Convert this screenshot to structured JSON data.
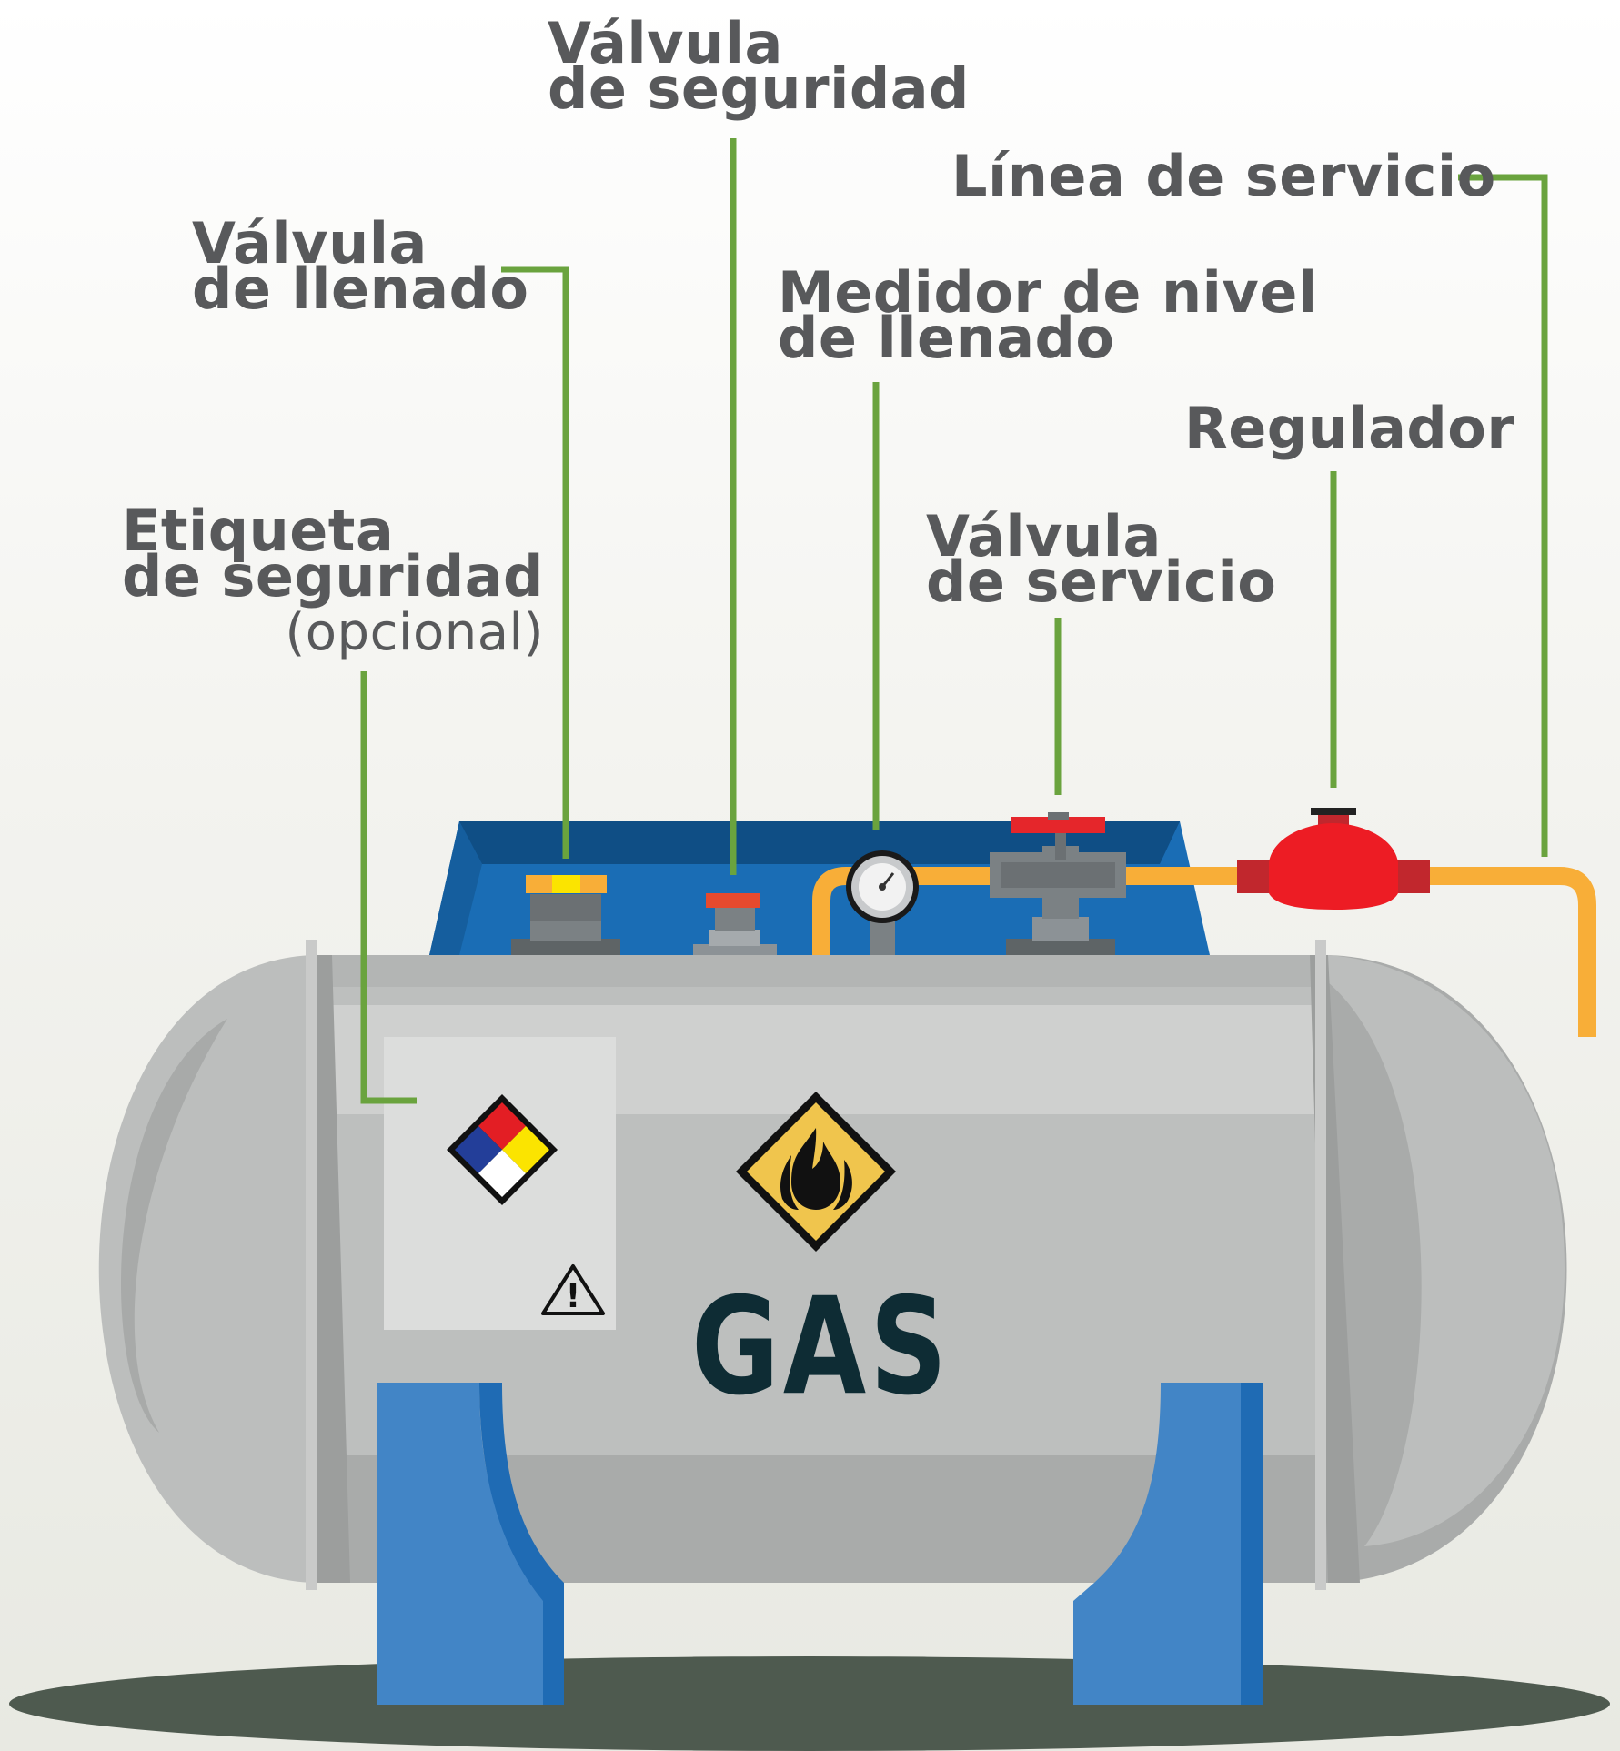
{
  "labels": {
    "valvula_seguridad": {
      "line1": "Válvula",
      "line2": "de seguridad"
    },
    "linea_servicio": {
      "line1": "Línea de servicio"
    },
    "valvula_llenado": {
      "line1": "Válvula",
      "line2": "de llenado"
    },
    "medidor_nivel": {
      "line1": "Medidor de nivel",
      "line2": "de llenado"
    },
    "regulador": {
      "line1": "Regulador"
    },
    "etiqueta_seguridad": {
      "line1": "Etiqueta",
      "line2": "de seguridad",
      "line3": "(opcional)"
    },
    "valvula_servicio": {
      "line1": "Válvula",
      "line2": "de servicio"
    }
  },
  "tank_text": "GAS",
  "warning_symbol": "!",
  "icons": [
    "nfpa-diamond-icon",
    "flammable-fire-icon",
    "warning-triangle-icon",
    "pressure-gauge-icon",
    "handwheel-icon"
  ],
  "colors": {
    "leader_line": "#6aa33e",
    "label_text": "#58595b",
    "tank_body": "#bdbfbe",
    "tank_top_panel": "#1a6db5",
    "legs": "#4285c6",
    "pipe": "#f8ae38",
    "regulator": "#ed1c24",
    "hazard_sign": "#f0c54d",
    "ground": "#4e5a4f"
  }
}
